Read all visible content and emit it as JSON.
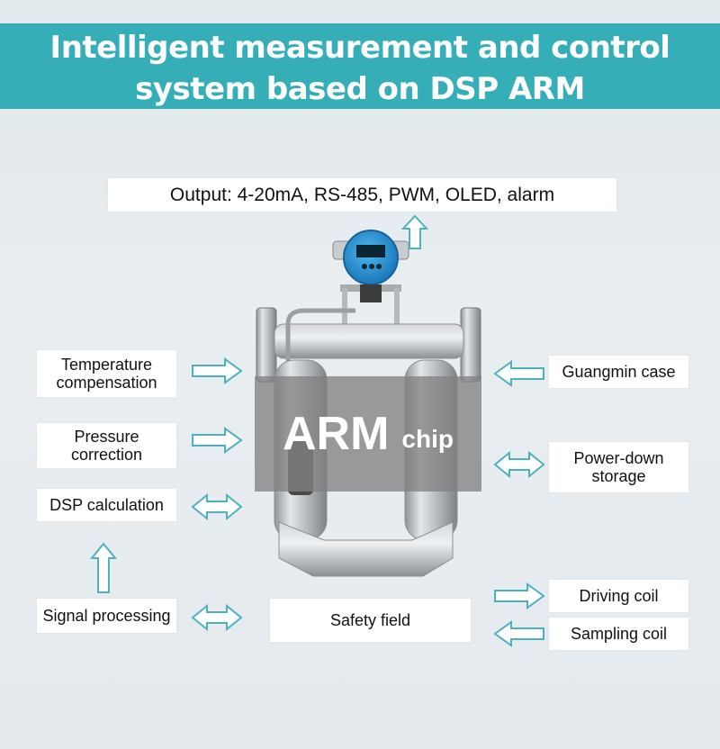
{
  "header": {
    "title_line1": "Intelligent measurement and control",
    "title_line2": "system based on DSP ARM"
  },
  "output_label": "Output: 4-20mA, RS-485, PWM, OLED, alarm",
  "left_labels": {
    "temperature_line1": "Temperature",
    "temperature_line2": "compensation",
    "pressure_line1": "Pressure",
    "pressure_line2": "correction",
    "dsp": "DSP calculation",
    "signal": "Signal processing"
  },
  "right_labels": {
    "case": "Guangmin case",
    "powerdown_line1": "Power-down",
    "powerdown_line2": "storage",
    "driving": "Driving coil",
    "sampling": "Sampling coil"
  },
  "center_labels": {
    "safety": "Safety field",
    "chip_big": "ARM",
    "chip_small": "chip"
  },
  "colors": {
    "banner": "#35aeb8",
    "arrow_stroke": "#4fb0be",
    "background": "#e6ecef"
  }
}
